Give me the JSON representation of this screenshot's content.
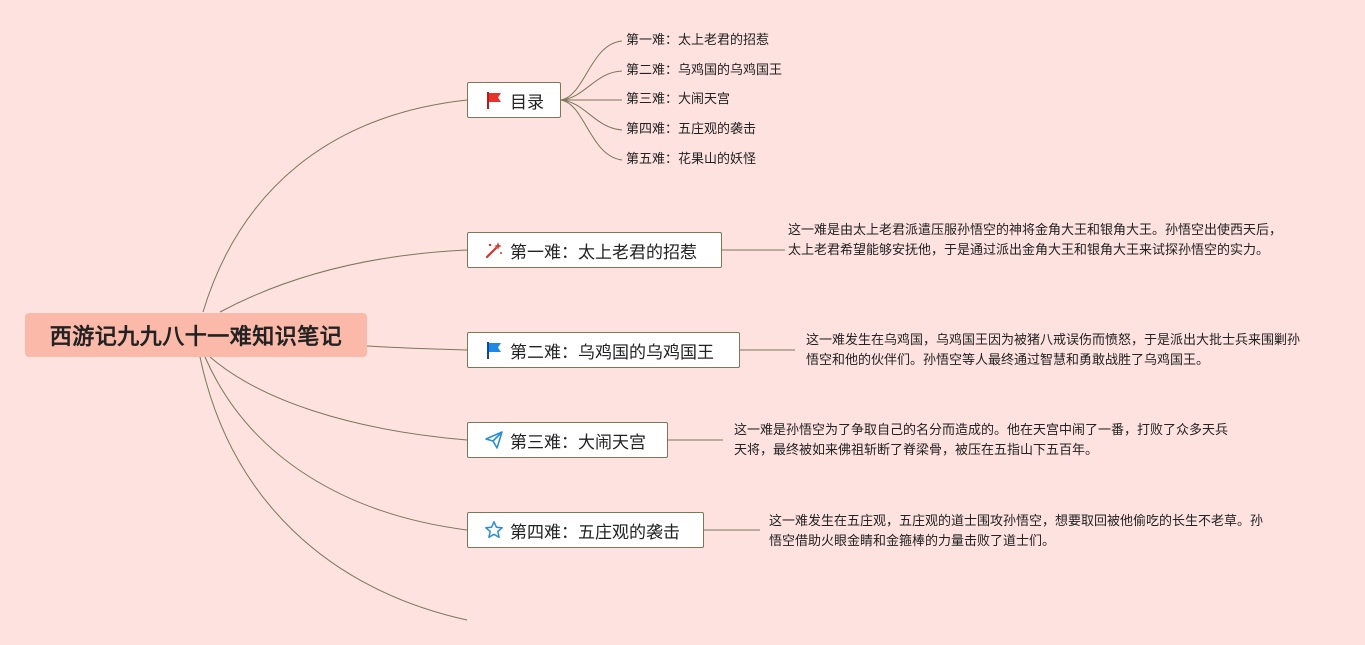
{
  "central": {
    "title": "西游记九九八十一难知识笔记"
  },
  "branches": [
    {
      "label": "目录",
      "icon": "red-flag-icon"
    },
    {
      "label": "第一难：太上老君的招惹",
      "icon": "magic-wand-icon",
      "description": "这一难是由太上老君派遣压服孙悟空的神将金角大王和银角大王。孙悟空出使西天后，太上老君希望能够安抚他，于是通过派出金角大王和银角大王来试探孙悟空的实力。"
    },
    {
      "label": "第二难：乌鸡国的乌鸡国王",
      "icon": "blue-flag-icon",
      "description": "这一难发生在乌鸡国，乌鸡国王因为被猪八戒误伤而愤怒，于是派出大批士兵来围剿孙悟空和他的伙伴们。孙悟空等人最终通过智慧和勇敢战胜了乌鸡国王。"
    },
    {
      "label": "第三难：大闹天宫",
      "icon": "paper-plane-icon",
      "description": "这一难是孙悟空为了争取自己的名分而造成的。他在天宫中闹了一番，打败了众多天兵天将，最终被如来佛祖斩断了脊梁骨，被压在五指山下五百年。"
    },
    {
      "label": "第四难：五庄观的袭击",
      "icon": "star-outline-icon",
      "description": "这一难发生在五庄观，五庄观的道士围攻孙悟空，想要取回被他偷吃的长生不老草。孙悟空借助火眼金睛和金箍棒的力量击败了道士们。"
    }
  ],
  "toc_items": [
    "第一难：太上老君的招惹",
    "第二难：乌鸡国的乌鸡国王",
    "第三难：大闹天宫",
    "第四难：五庄观的袭击",
    "第五难：花果山的妖怪"
  ],
  "colors": {
    "background": "#fde2e0",
    "central_fill": "#fbb9a9",
    "connector": "#7b7757",
    "flag_red": "#e8312a",
    "flag_blue": "#1e88e5"
  }
}
